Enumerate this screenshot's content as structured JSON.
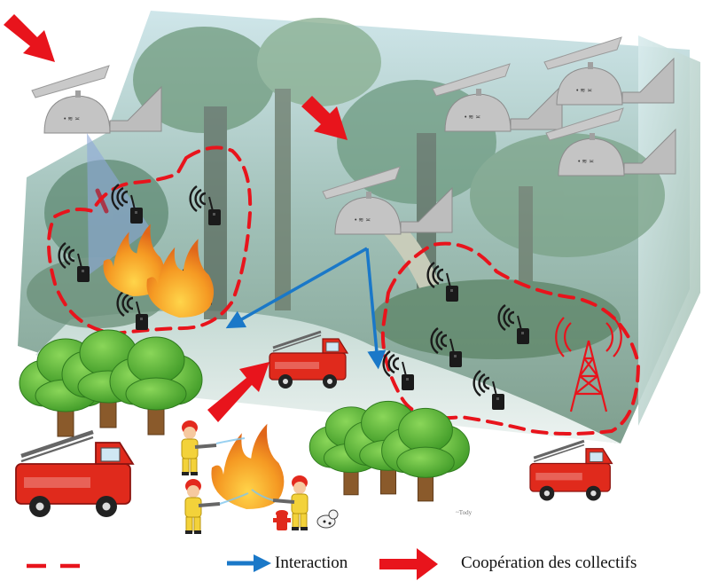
{
  "legend": {
    "interaction_label": "Interaction",
    "cooperation_label": "Coopération des collectifs"
  },
  "signature": "~Tody",
  "colors": {
    "cluster_dash": "#e8141c",
    "interaction_arrow": "#1a78c8",
    "cooperation_arrow": "#e8141c",
    "tower": "#e8141c",
    "sensor": "#1a1a1a",
    "satellite": "#b9b9b9",
    "coverage_cone": "#8ea9d9",
    "tree_foliage": "#5db437",
    "fire_truck": "#e02a1c"
  },
  "icons": [
    "satellite-icon",
    "sensor-node-icon",
    "fire-icon",
    "tree-icon",
    "fire-truck-icon",
    "firefighter-icon",
    "radio-tower-icon",
    "fire-hydrant-icon",
    "dog-icon"
  ]
}
